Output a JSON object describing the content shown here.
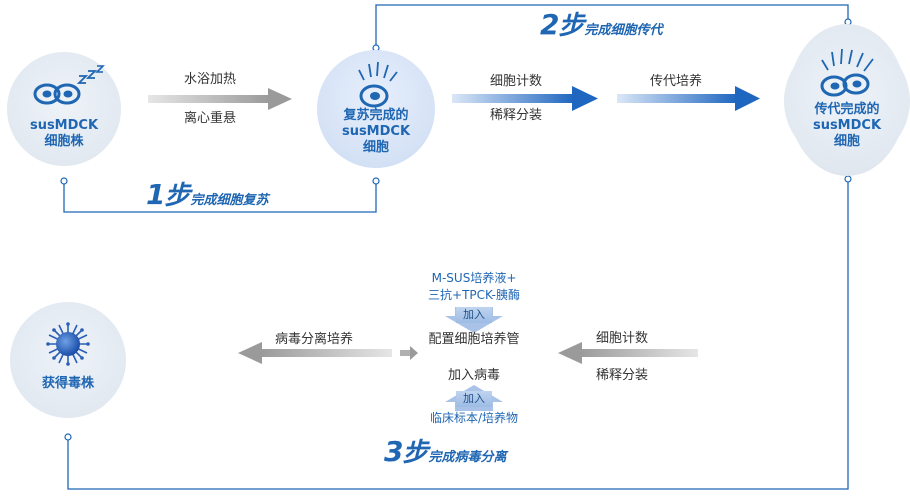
{
  "nodes": {
    "start": {
      "line1": "susMDCK",
      "line2": "细胞株"
    },
    "revived": {
      "line1": "复苏完成的",
      "line2": "susMDCK",
      "line3": "细胞"
    },
    "passaged": {
      "line1": "传代完成的",
      "line2": "susMDCK",
      "line3": "细胞"
    },
    "result": {
      "label": "获得毒株"
    }
  },
  "arrows": {
    "a1": {
      "top": "水浴加热",
      "bottom": "离心重悬"
    },
    "a2": {
      "top": "细胞计数",
      "bottom": "稀释分装"
    },
    "a3": {
      "top": "传代培养"
    },
    "a4": {
      "top": "细胞计数",
      "bottom": "稀释分装"
    },
    "a5": {
      "top": "病毒分离培养"
    }
  },
  "center": {
    "reagent_line1": "M-SUS培养液+",
    "reagent_line2": "三抗+TPCK-胰酶",
    "add_badge": "加入",
    "main_label": "配置细胞培养管",
    "virus_label": "加入病毒",
    "add_badge_2": "加入",
    "sample_label": "临床标本/培养物"
  },
  "steps": {
    "s1": {
      "num": "1",
      "big": "步",
      "small": "完成细胞复苏"
    },
    "s2": {
      "num": "2",
      "big": "步",
      "small": "完成细胞传代"
    },
    "s3": {
      "num": "3",
      "big": "步",
      "small": "完成病毒分离"
    }
  },
  "colors": {
    "accent": "#1f66b3",
    "arrow_gray": "#a8a8a8",
    "arrow_blue": "#2f73c4",
    "connector": "#1f66b3"
  }
}
